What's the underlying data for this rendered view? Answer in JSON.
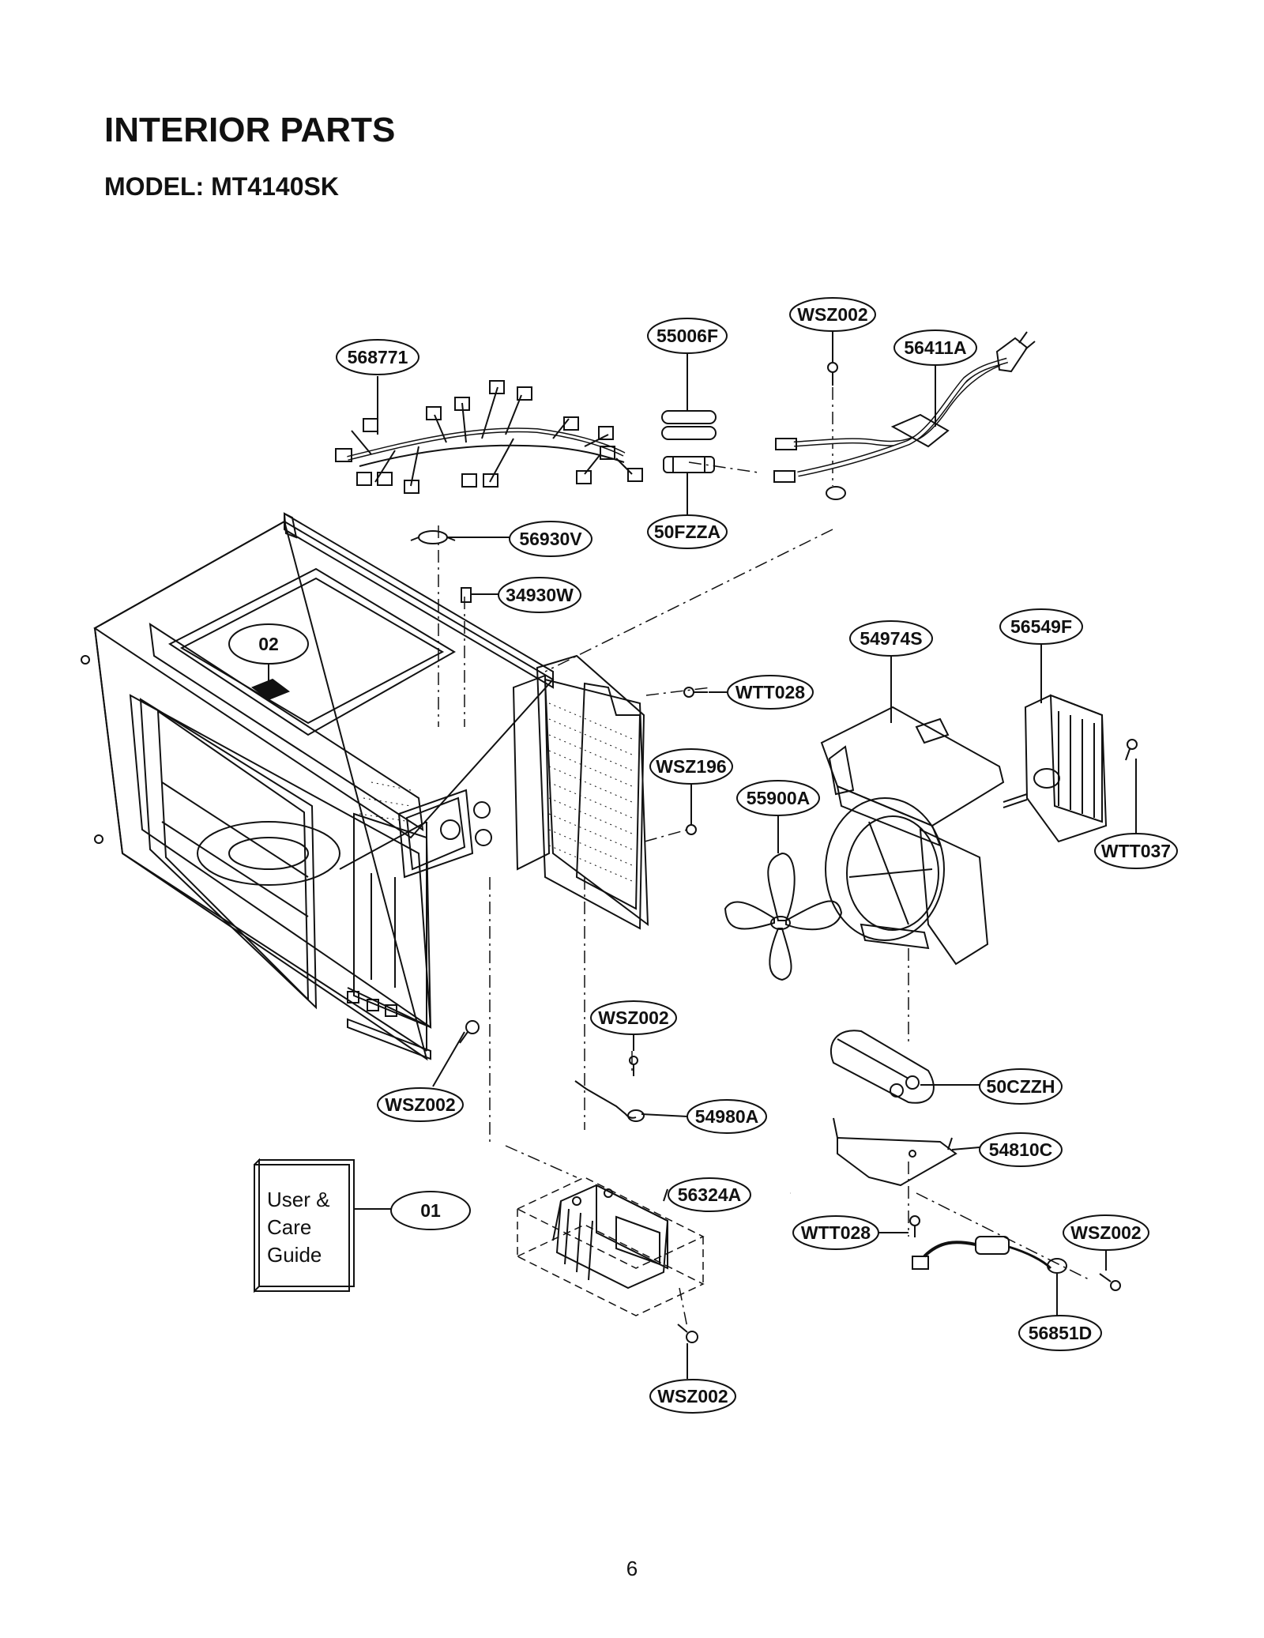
{
  "header": {
    "title": "INTERIOR PARTS",
    "model": "MODEL: MT4140SK"
  },
  "callouts": {
    "p568771": "568771",
    "p55006F": "55006F",
    "pWSZ002_top": "WSZ002",
    "p56411A": "56411A",
    "p56930V": "56930V",
    "p50FZZA": "50FZZA",
    "p34930W": "34930W",
    "p02": "02",
    "p54974S": "54974S",
    "p56549F": "56549F",
    "pWTT028_mid": "WTT028",
    "pWSZ196": "WSZ196",
    "p55900A": "55900A",
    "pWTT037": "WTT037",
    "pWSZ002_mid": "WSZ002",
    "p50CZZH": "50CZZH",
    "pWSZ002_left": "WSZ002",
    "p54980A": "54980A",
    "p54810C": "54810C",
    "p01": "01",
    "p56324A": "56324A",
    "pWTT028_bot": "WTT028",
    "pWSZ002_right": "WSZ002",
    "p56851D": "56851D",
    "pWSZ002_bottom": "WSZ002"
  },
  "guide": {
    "line1": "User &",
    "line2": "Care",
    "line3": "Guide"
  },
  "footer": {
    "page_number": "6"
  }
}
